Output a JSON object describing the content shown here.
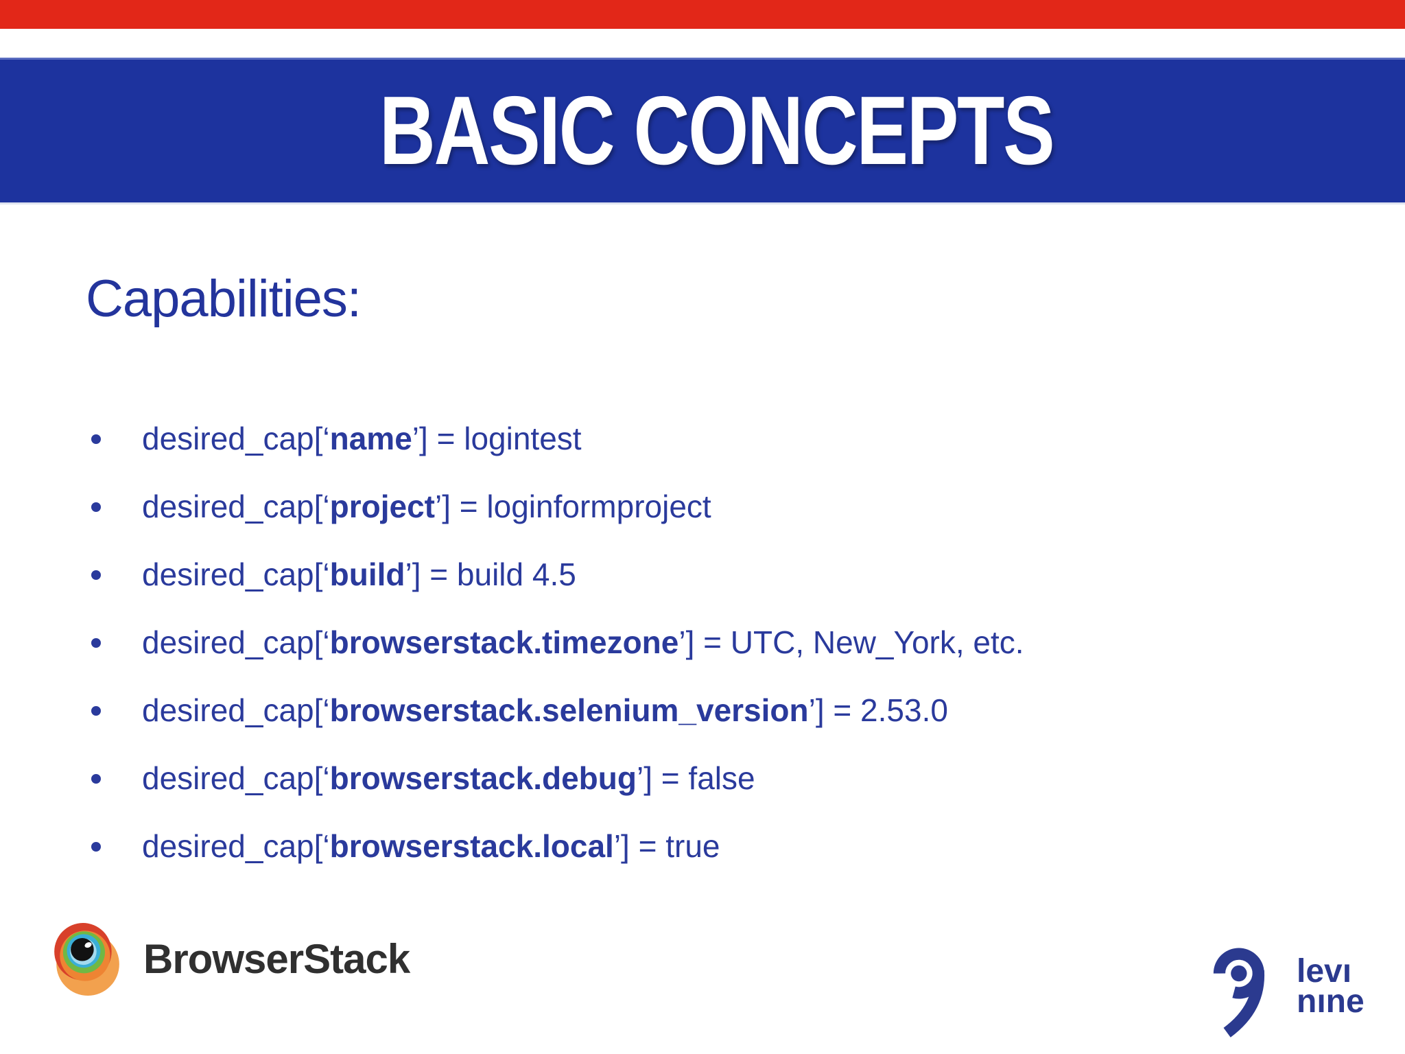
{
  "slide": {
    "top_bar_color": "#e22718",
    "banner": {
      "title": "BASIC CONCEPTS",
      "bg_color": "#1d339e",
      "text_color": "#ffffff"
    },
    "heading": "Capabilities:",
    "text_color": "#2a3a9c",
    "bullets": [
      {
        "pre": "desired_cap[‘",
        "key": "name",
        "post": "’] = logintest"
      },
      {
        "pre": "desired_cap[‘",
        "key": "project",
        "post": "’] = loginformproject"
      },
      {
        "pre": "desired_cap[‘",
        "key": "build",
        "post": "’] = build 4.5"
      },
      {
        "pre": "desired_cap[‘",
        "key": "browserstack.timezone",
        "post": "’] = UTC, New_York, etc."
      },
      {
        "pre": "desired_cap[‘",
        "key": "browserstack.selenium_version",
        "post": "’] = 2.53.0"
      },
      {
        "pre": "desired_cap[‘",
        "key": "browserstack.debug",
        "post": "’] = false"
      },
      {
        "pre": "desired_cap[‘",
        "key": "browserstack.local",
        "post": "’] = true"
      }
    ],
    "footer": {
      "browserstack": {
        "label": "BrowserStack",
        "icon": "browserstack-eye-icon",
        "text_color": "#303030"
      },
      "levi9": {
        "line1": "levı",
        "line2": "nıne",
        "icon": "levi9-nine-icon",
        "color": "#2b3a8f"
      }
    }
  }
}
